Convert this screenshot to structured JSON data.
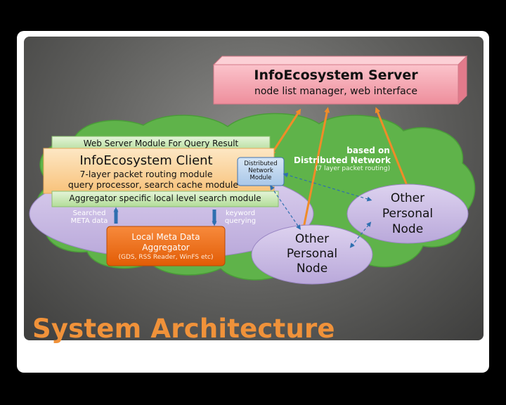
{
  "slide_title": "System Architecture",
  "server": {
    "title": "InfoEcosystem Server",
    "subtitle": "node list manager, web interface"
  },
  "client": {
    "web_server_module": "Web Server Module For Query Result",
    "title": "InfoEcosystem Client",
    "line1": "7-layer packet routing module",
    "line2": "query processor, search cache module",
    "aggregator_module": "Aggregator specific local level search module",
    "dist_module_line1": "Distributed",
    "dist_module_line2": "Network",
    "dist_module_line3": "Module",
    "searched_line1": "Searched",
    "searched_line2": "META data",
    "keyword_line1": "keyword",
    "keyword_line2": "querying"
  },
  "aggregator": {
    "line1": "Local Meta Data",
    "line2": "Aggregator",
    "line3": "(GDS, RSS Reader, WinFS etc)"
  },
  "network": {
    "line1": "based on",
    "line2": "Distributed Network",
    "line3": "(7 layer packet routing)"
  },
  "node_right": {
    "line1": "Other",
    "line2": "Personal",
    "line3": "Node"
  },
  "node_bottom": {
    "line1": "Other",
    "line2": "Personal",
    "line3": "Node"
  },
  "colors": {
    "cloud": "#5fb34a",
    "ellipse": "#c7b8e2",
    "server_box": "#f4a0ac",
    "client_box": "#fbd59a",
    "module_bar": "#c6e6b2",
    "aggregator_box": "#ee6a10",
    "arrow_orange": "#f08c28",
    "arrow_blue": "#2f6fb0",
    "title": "#f0923a"
  }
}
